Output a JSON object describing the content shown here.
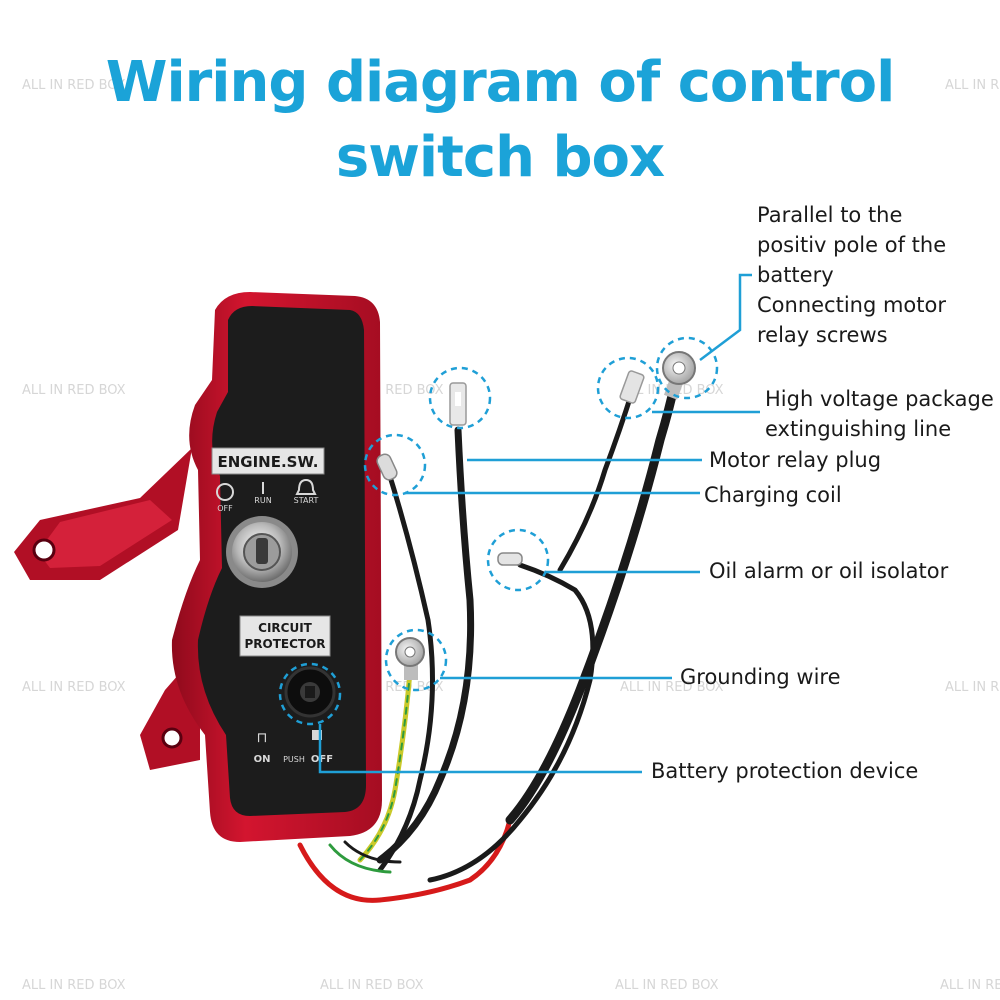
{
  "title": {
    "line1": "Wiring diagram of  control",
    "line2": "switch box"
  },
  "colors": {
    "title": "#1ba3d8",
    "callout_line": "#1f9fd6",
    "box_red": "#c8102e",
    "panel_black": "#1c1c1c",
    "wire_black": "#1a1a1a",
    "wire_red": "#d61a1a",
    "wire_yellow_green": "#c9c92a"
  },
  "panel": {
    "engine_label": "ENGINE.SW.",
    "pos_off": "OFF",
    "pos_run": "RUN",
    "pos_start": "START",
    "circuit_label_1": "CIRCUIT",
    "circuit_label_2": "PROTECTOR",
    "btn_on": "ON",
    "btn_push": "PUSH",
    "btn_off": "OFF"
  },
  "callouts": {
    "positive_pole": [
      "Parallel to the",
      "positiv pole of the",
      "battery",
      "Connecting motor",
      "relay screws"
    ],
    "high_voltage": [
      "High voltage package",
      "extinguishing line"
    ],
    "motor_relay_plug": "Motor relay plug",
    "charging_coil": "Charging coil",
    "oil_alarm": "Oil alarm or oil isolator",
    "grounding_wire": "Grounding wire",
    "battery_protection": "Battery protection device"
  },
  "watermark": "ALL IN RED BOX",
  "icons": [
    "off-circle-icon",
    "run-line-icon",
    "start-bell-icon",
    "key-switch-icon",
    "breaker-button-icon",
    "ring-terminal-icon",
    "spade-terminal-icon",
    "bullet-terminal-icon"
  ]
}
